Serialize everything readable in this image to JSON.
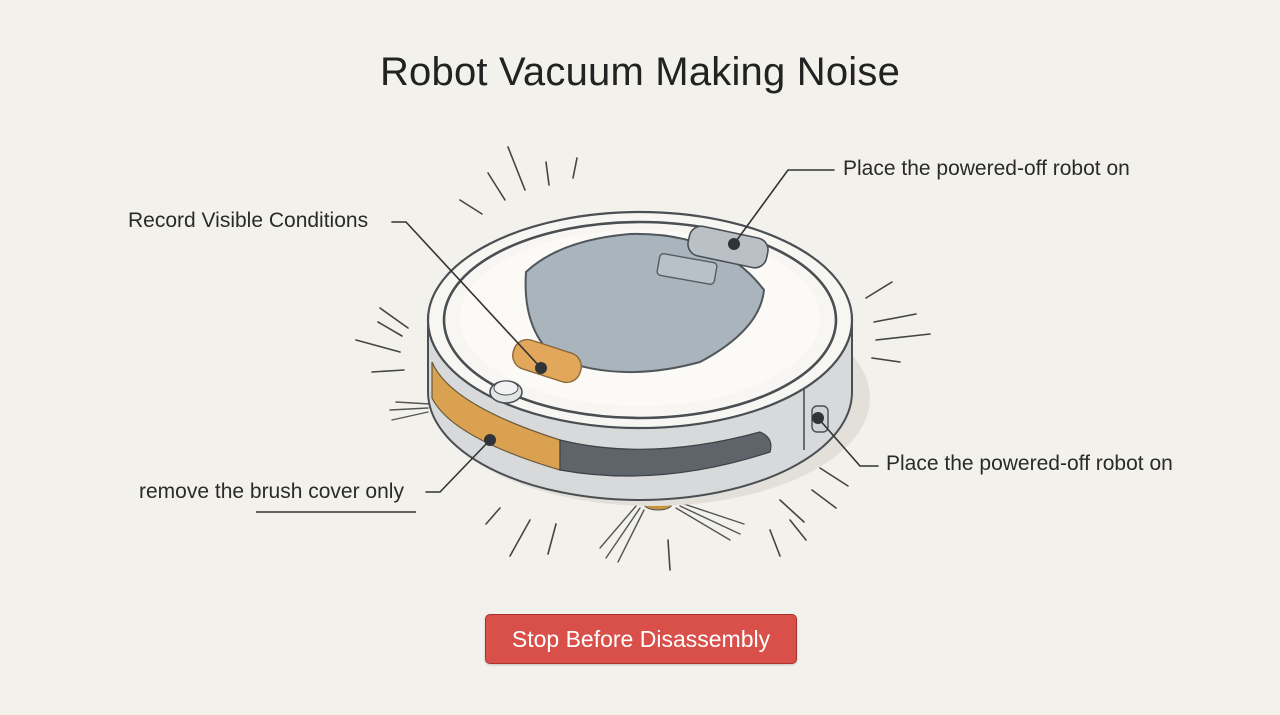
{
  "title": "Robot Vacuum Making Noise",
  "callouts": {
    "record": "Record Visible Conditions",
    "top_panel": "Place the powered-off robot on",
    "side_sensor": "Place the powered-off robot on",
    "brush_cover": "remove the brush cover only"
  },
  "action": {
    "stop_label": "Stop Before Disassembly"
  },
  "colors": {
    "background": "#f2f1ec",
    "accent_orange": "#e2a75a",
    "stop_red": "#d94f4a",
    "lid_gray": "#a9b3bb"
  }
}
